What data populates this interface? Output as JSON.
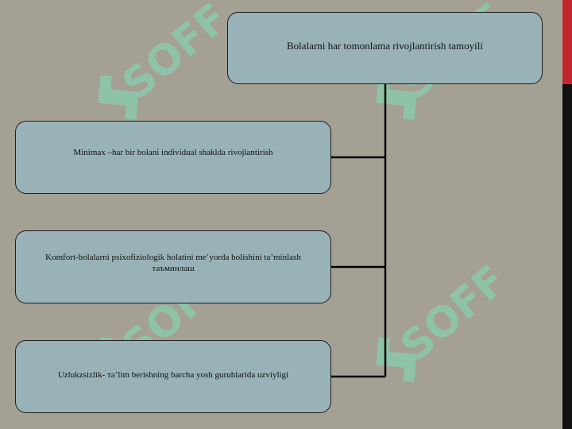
{
  "diagram": {
    "root_label": "Bolalarni  har tomonlama rivojlantirish  tamoyili",
    "children": [
      {
        "label": "Minimax –har bir bolani individual shaklda rivojlantirish"
      },
      {
        "label": "Komfort-bolalarni psixofiziologik  holatini me’yorda bolishini ta’minlash таъминлаш"
      },
      {
        "label": "Uzlukzsizlik- та’lim berishning barcha yosh guruhlarida uzviyligi"
      }
    ]
  },
  "watermark": {
    "text": "SOFF",
    "color": "#7fe0b8"
  },
  "colors": {
    "background": "#a4a194",
    "box_fill": "#98b2b8",
    "box_border": "#1c1c1c",
    "right_band": "#111111",
    "right_accent": "#c1272d"
  }
}
